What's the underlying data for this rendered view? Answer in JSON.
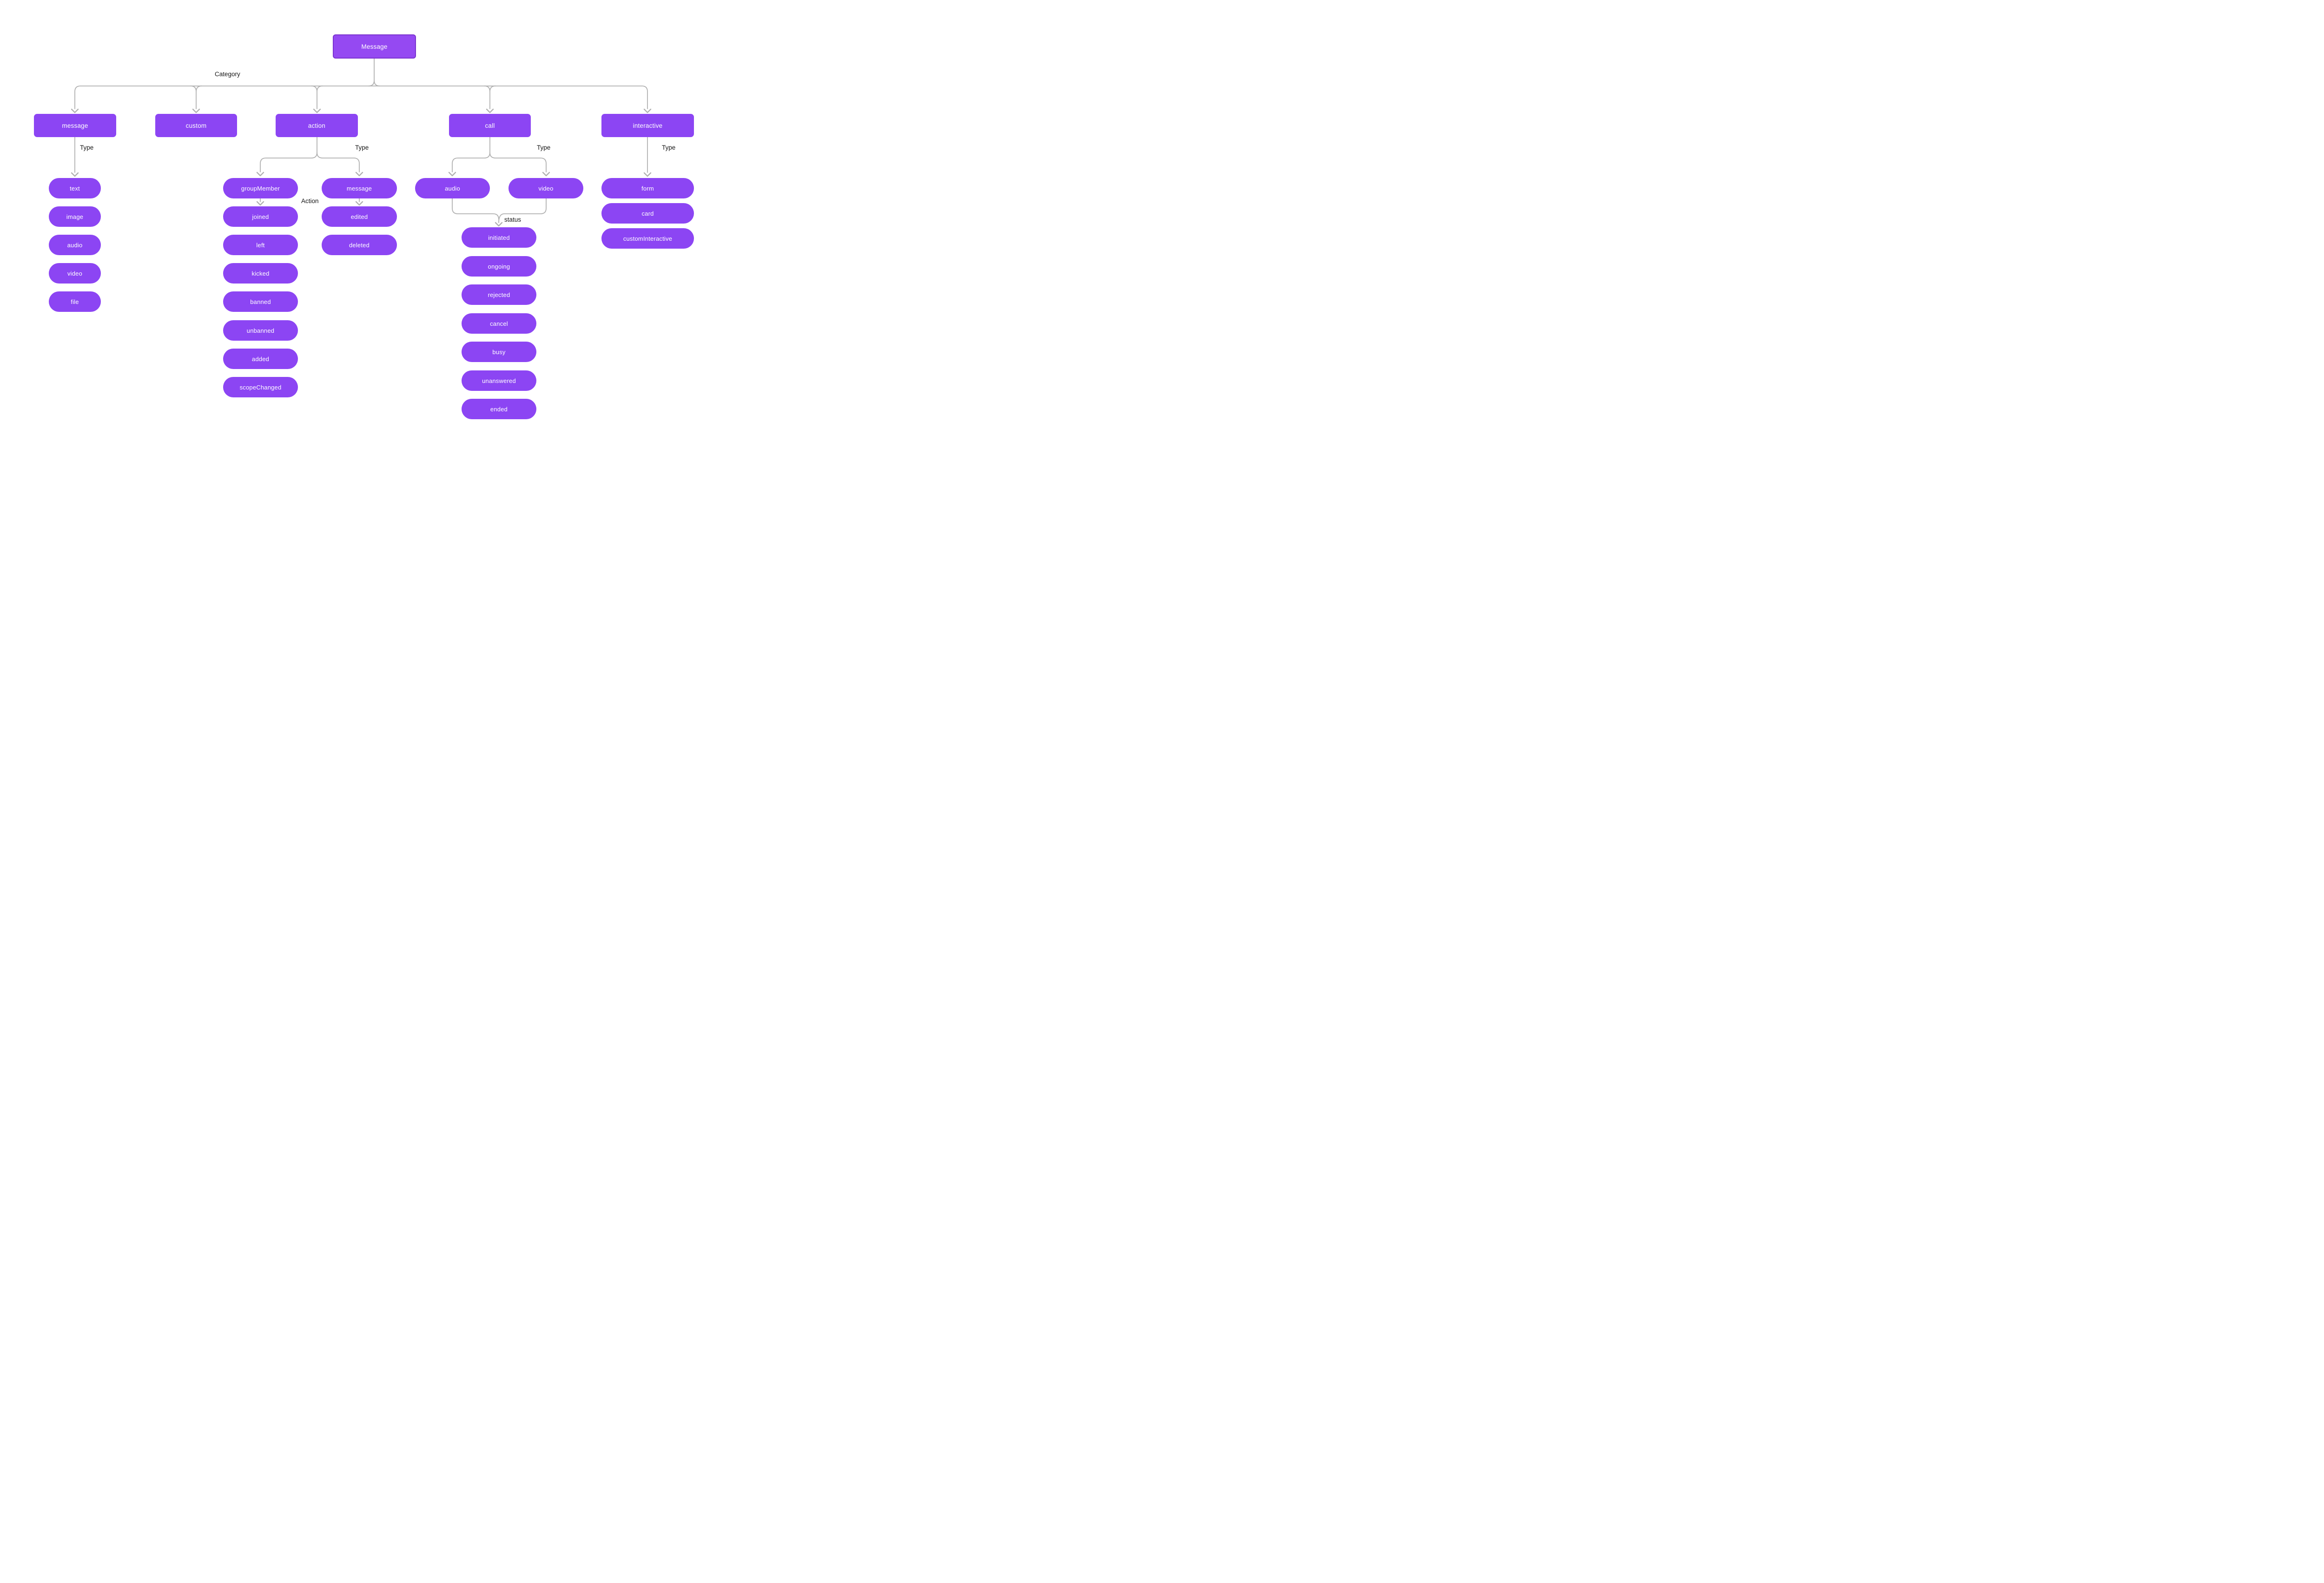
{
  "colors": {
    "node_purple": "#8C45F3",
    "root_fill": "#9549F2",
    "root_border": "#7A33CF",
    "connector_gray": "#B1B1B1",
    "label_black": "#161616",
    "node_text": "#FFFFFF",
    "background": "#FFFFFF"
  },
  "root_label": "Message",
  "edge_labels": {
    "category": "Category",
    "type": "Type",
    "action": "Action",
    "status": "status"
  },
  "categories": [
    "message",
    "custom",
    "action",
    "call",
    "interactive"
  ],
  "message_types": [
    "text",
    "image",
    "audio",
    "video",
    "file"
  ],
  "action_types": [
    "groupMember",
    "message"
  ],
  "group_member_actions": [
    "joined",
    "left",
    "kicked",
    "banned",
    "unbanned",
    "added",
    "scopeChanged"
  ],
  "message_actions": [
    "edited",
    "deleted"
  ],
  "call_types": [
    "audio",
    "video"
  ],
  "call_statuses": [
    "initiated",
    "ongoing",
    "rejected",
    "cancel",
    "busy",
    "unanswered",
    "ended"
  ],
  "interactive_types": [
    "form",
    "card",
    "customInteractive"
  ]
}
